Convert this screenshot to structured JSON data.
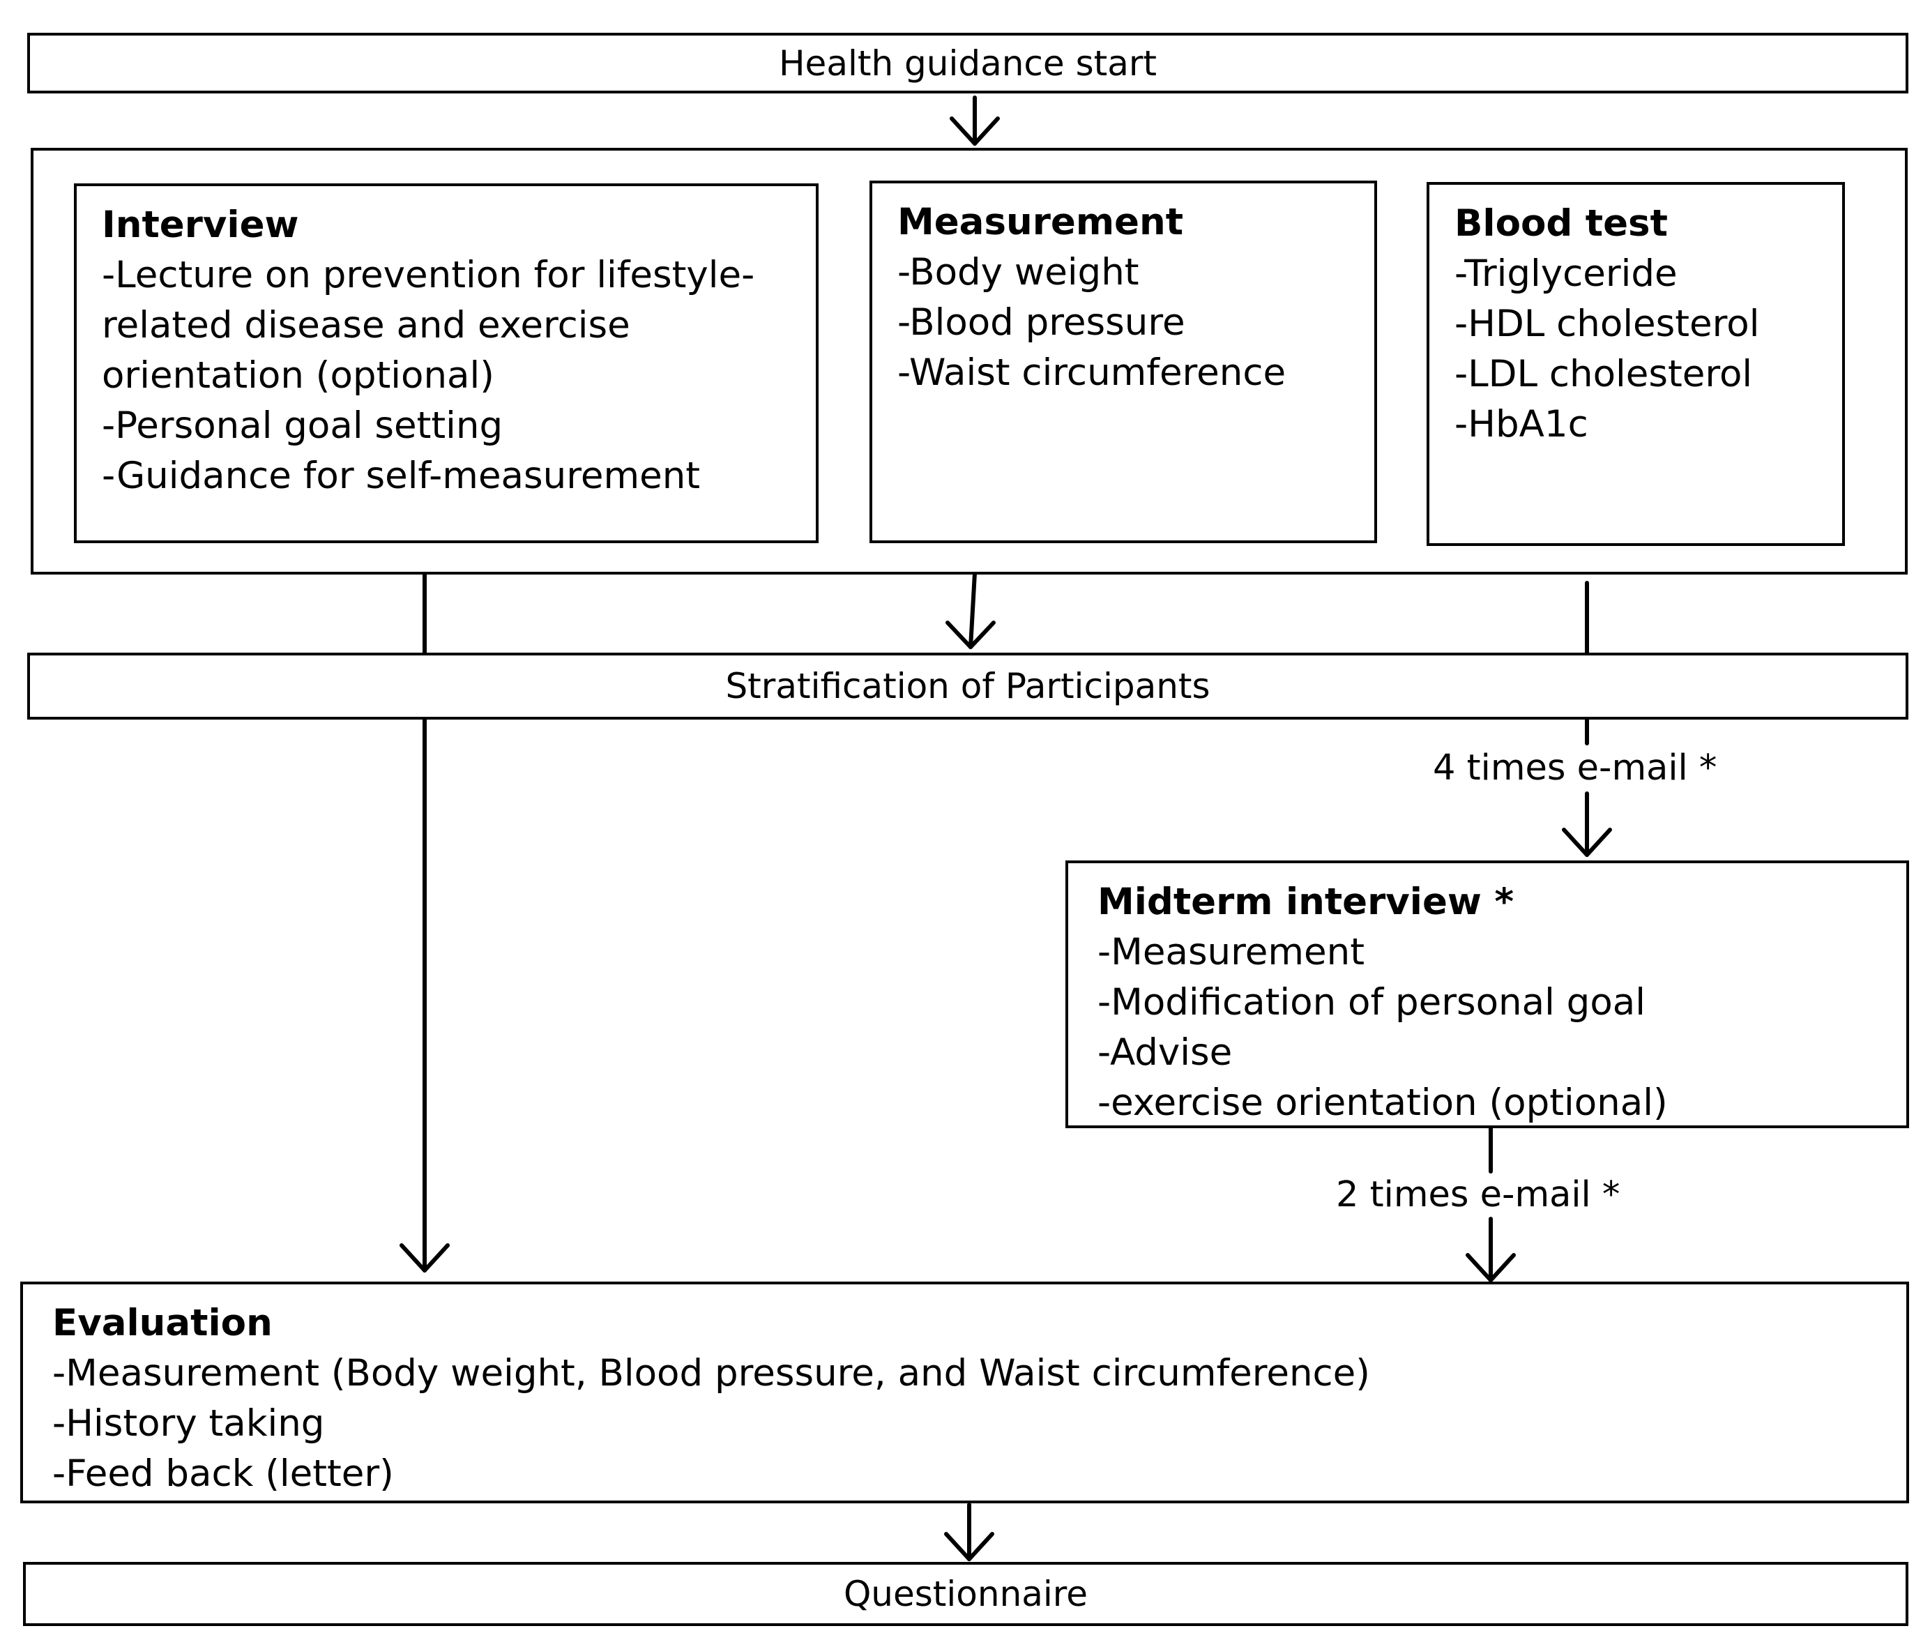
{
  "start": {
    "label": "Health guidance start"
  },
  "interview": {
    "title": "Interview",
    "lines": [
      "-Lecture on prevention for lifestyle-",
      "related disease and exercise",
      "orientation (optional)",
      "-Personal goal setting",
      "-Guidance for self-measurement"
    ]
  },
  "measurement": {
    "title": "Measurement",
    "lines": [
      "-Body weight",
      "-Blood pressure",
      "-Waist circumference"
    ]
  },
  "blood_test": {
    "title": "Blood test",
    "lines": [
      "-Triglyceride",
      "-HDL cholesterol",
      "-LDL cholesterol",
      "-HbA1c"
    ]
  },
  "stratification": {
    "label": "Stratification of Participants"
  },
  "email_1": {
    "label": "4 times e-mail *"
  },
  "midterm": {
    "title": "Midterm interview *",
    "lines": [
      "-Measurement",
      "-Modification of personal goal",
      "-Advise",
      "-exercise orientation (optional)"
    ]
  },
  "email_2": {
    "label": "2 times e-mail *"
  },
  "evaluation": {
    "title": "Evaluation",
    "lines": [
      "-Measurement (Body weight, Blood pressure, and Waist circumference)",
      "-History taking",
      "-Feed back (letter)"
    ]
  },
  "questionnaire": {
    "label": "Questionnaire"
  }
}
